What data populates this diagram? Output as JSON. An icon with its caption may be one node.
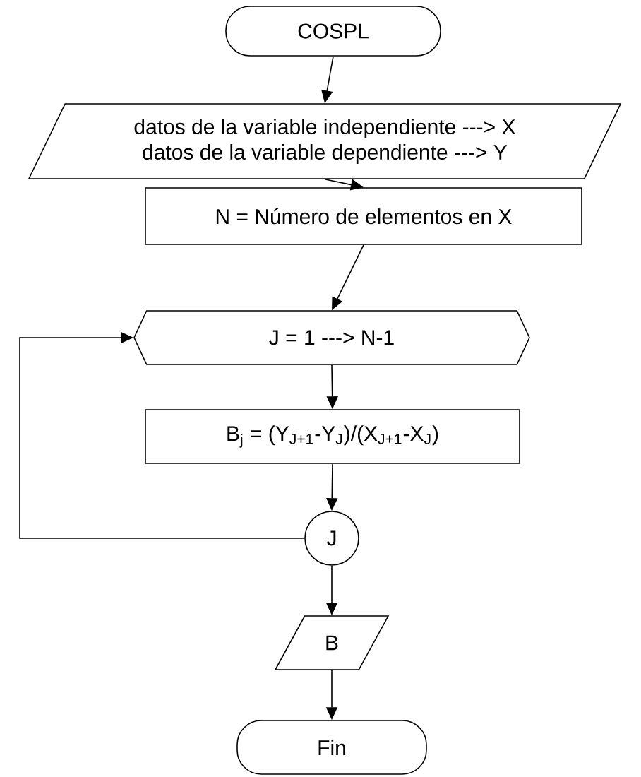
{
  "diagram": {
    "nodes": [
      {
        "text": [
          "COSPL"
        ]
      },
      {
        "text": [
          "datos de la variable independiente ---> X",
          "datos de la variable dependiente ---> Y"
        ]
      },
      {
        "text": [
          "N = Número de elementos en X"
        ]
      },
      {
        "text": [
          "J = 1 ---> N-1"
        ]
      },
      {
        "text": [
          "B$_{j}$ = (Y$_{J+1}$-Y$_{J}$)/(X$_{J+1}$-X$_{J}$)"
        ]
      },
      {
        "text": [
          "J"
        ]
      },
      {
        "text": [
          "B"
        ]
      },
      {
        "text": [
          "Fin"
        ]
      }
    ],
    "edges": [
      {
        "from": 0,
        "to": 1,
        "arrow": "to"
      },
      {
        "from": 1,
        "to": 2,
        "arrow": "to"
      },
      {
        "from": 2,
        "to": 3,
        "arrow": "to"
      },
      {
        "from": 3,
        "to": 4,
        "arrow": "to"
      },
      {
        "from": 4,
        "to": 5,
        "arrow": "to"
      },
      {
        "from": 5,
        "to": 3,
        "arrow": "to"
      },
      {
        "from": 5,
        "to": 6,
        "arrow": "to"
      },
      {
        "from": 6,
        "to": 7,
        "arrow": "to"
      }
    ]
  }
}
